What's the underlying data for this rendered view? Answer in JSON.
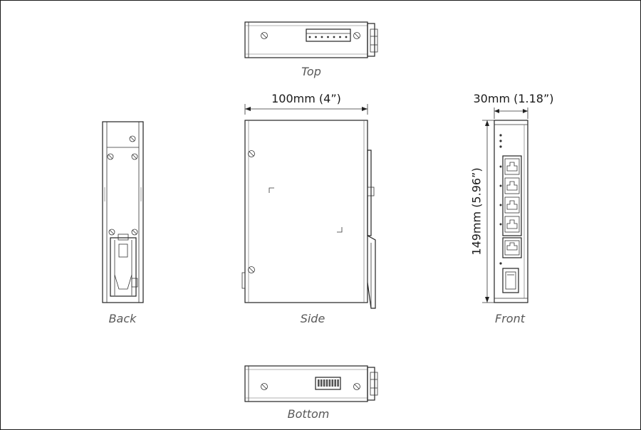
{
  "views": {
    "top": "Top",
    "side": "Side",
    "back": "Back",
    "front": "Front",
    "bottom": "Bottom"
  },
  "dimensions": {
    "width": "100mm (4”)",
    "depth": "30mm (1.18”)",
    "height": "149mm (5.96”)"
  },
  "colors": {
    "line": "#222222",
    "caption": "#595959",
    "frame": "#1a1a1a"
  },
  "front_panel": {
    "rj45_ports": 5,
    "fiber_ports": 1,
    "status_leds": 3
  }
}
